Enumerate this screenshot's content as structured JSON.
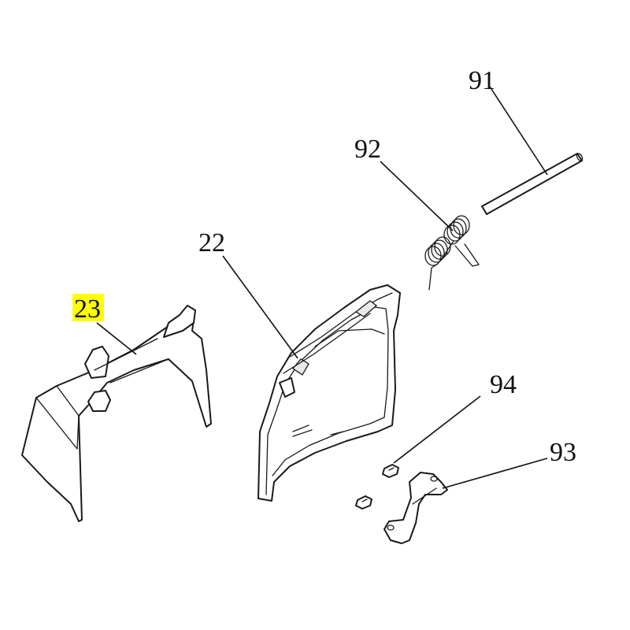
{
  "labels": {
    "p91": "91",
    "p92": "92",
    "p22": "22",
    "p23": "23",
    "p94": "94",
    "p93": "93"
  },
  "colors": {
    "highlight": "#ffff00",
    "ink": "#111111",
    "background": "#ffffff"
  }
}
